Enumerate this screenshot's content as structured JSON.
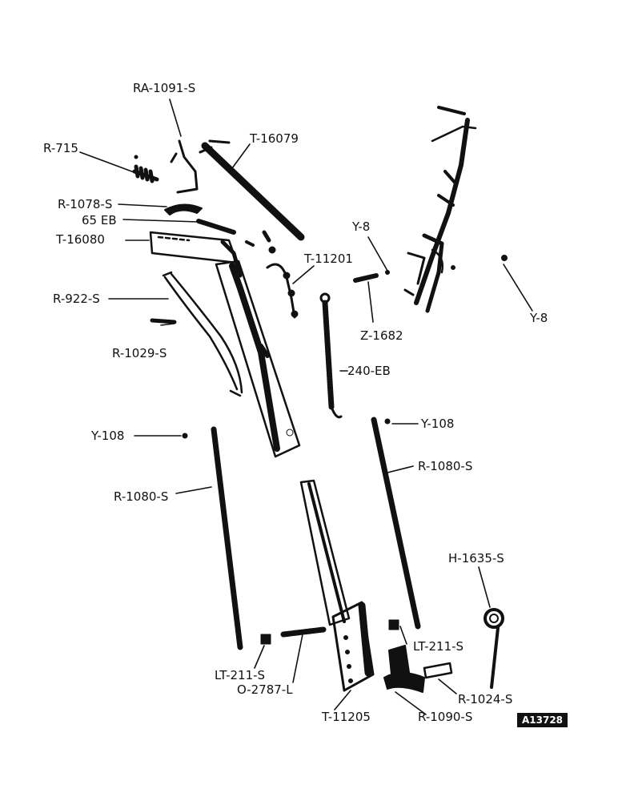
{
  "colors": {
    "ink": "#111111",
    "paper": "#ffffff"
  },
  "labels": {
    "ra_1091_s": "RA-1091-S",
    "r_715": "R-715",
    "t_16079": "T-16079",
    "r_1078_s": "R-1078-S",
    "eb_65": "65 EB",
    "t_16080": "T-16080",
    "y_8_left": "Y-8",
    "y_8_right": "Y-8",
    "t_11201": "T-11201",
    "r_922_s": "R-922-S",
    "z_1682": "Z-1682",
    "r_1029_s": "R-1029-S",
    "eb_240": "240-EB",
    "y_108_right": "Y-108",
    "y_108_left": "Y-108",
    "r_1080_s_right": "R-1080-S",
    "r_1080_s_left": "R-1080-S",
    "h_1635_s": "H-1635-S",
    "lt_211_s_right": "LT-211-S",
    "lt_211_s_left": "LT-211-S",
    "r_1024_s": "R-1024-S",
    "o_2787_l": "O-2787-L",
    "r_1090_s": "R-1090-S",
    "t_11205": "T-11205"
  },
  "reference_code": "A13728"
}
